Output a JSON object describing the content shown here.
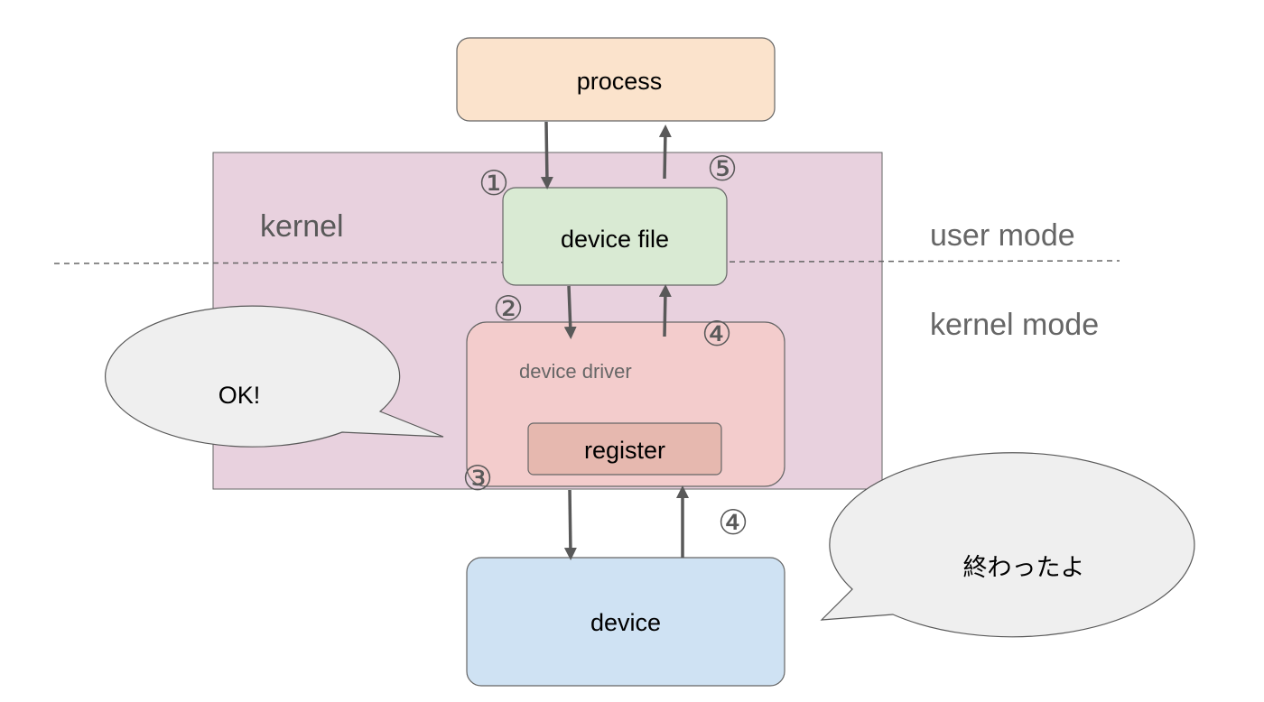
{
  "boxes": {
    "process": "process",
    "device_file": "device file",
    "device_driver": "device driver",
    "register": "register",
    "device": "device"
  },
  "regions": {
    "kernel": "kernel",
    "user_mode": "user mode",
    "kernel_mode": "kernel mode"
  },
  "steps": {
    "step1": "①",
    "step2": "②",
    "step3": "③",
    "step4_upper": "④",
    "step4_lower": "④",
    "step5": "⑤"
  },
  "bubbles": {
    "driver_says": "OK!",
    "device_says": "終わったよ"
  },
  "colors": {
    "kernel_fill": "#e8d1de",
    "process_fill": "#fbe3cc",
    "device_file_fill": "#d9ead3",
    "driver_fill": "#f3cccc",
    "register_fill": "#e6b8af",
    "device_fill": "#cfe2f3",
    "bubble_fill": "#efefef",
    "arrow": "#595959"
  }
}
